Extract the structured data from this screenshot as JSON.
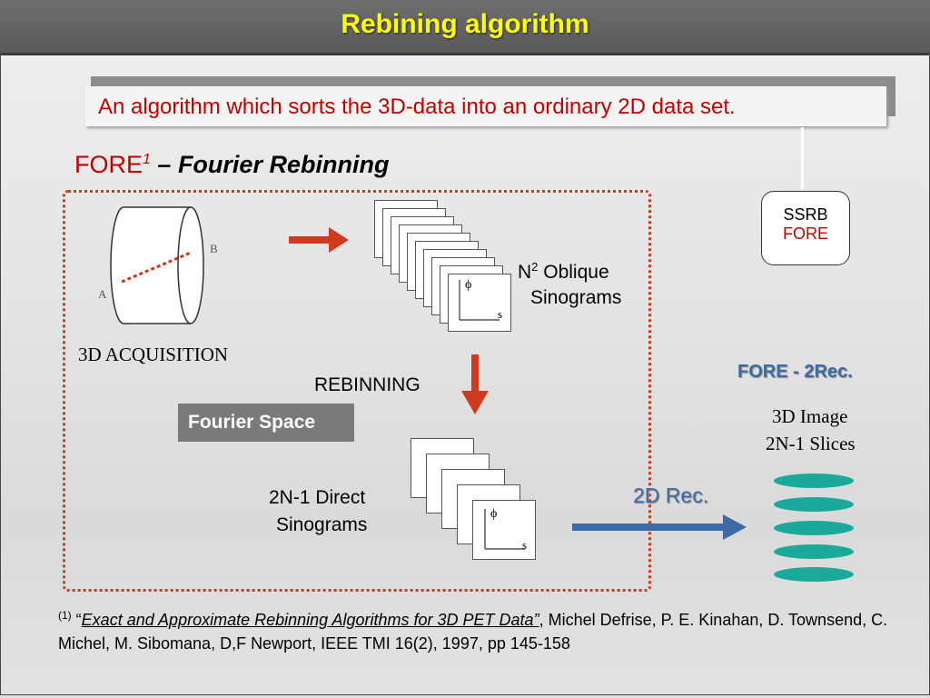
{
  "slide": {
    "title": "Rebining algorithm",
    "subtitle": "An algorithm which sorts the 3D-data into an ordinary 2D data set.",
    "heading_fore": "FORE",
    "heading_sup": "1",
    "heading_rest": " – Fourier Rebinning"
  },
  "diagram": {
    "label_b": "B",
    "label_a": "A",
    "acquisition": "3D ACQUISITION",
    "oblique_line1": "N",
    "oblique_sup": "2",
    "oblique_line1b": " Oblique",
    "oblique_line2": "Sinograms",
    "rebinning": "REBINNING",
    "fourier_space": "Fourier Space",
    "direct_line1": "2N-1 Direct",
    "direct_line2": "Sinograms",
    "phi": "ϕ",
    "s": "s",
    "rec2d": "2D Rec.",
    "fore_2rec": "FORE - 2Rec.",
    "image_line1": "3D Image",
    "image_line2": "2N-1 Slices",
    "ssrb": "SSRB",
    "fore": "FORE"
  },
  "footnote": {
    "ref": "(1)",
    "quote_open": " “",
    "title": "Exact and Approximate Rebinning Algorithms for 3D PET Data”",
    "rest": ", Michel Defrise, P. E. Kinahan, D. Townsend, C. Michel, M. Sibomana, D,F Newport, IEEE TMI 16(2), 1997, pp 145-158"
  },
  "colors": {
    "title": "#ffff00",
    "accent_red": "#c00000",
    "arrow_red": "#d03a1e",
    "arrow_blue": "#3e6aa6",
    "slices_teal": "#1aa99a"
  }
}
